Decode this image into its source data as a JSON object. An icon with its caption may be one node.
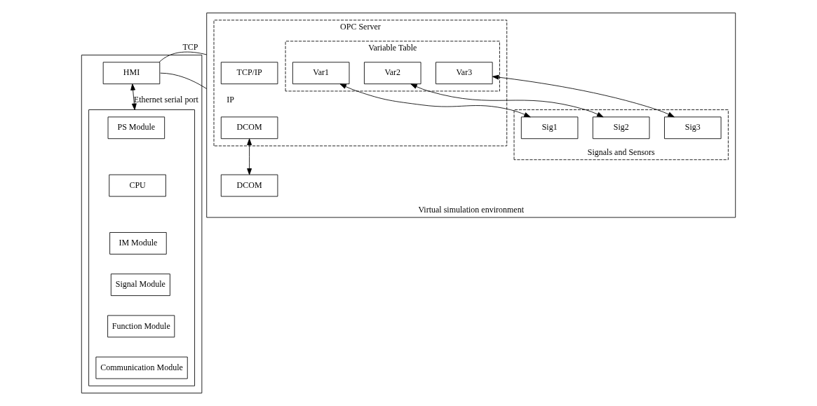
{
  "diagram": {
    "nodes": [
      {
        "text": [],
        "shape": "box"
      },
      {
        "text": [
          "HMI"
        ],
        "in": 0
      },
      {
        "text": [],
        "shape": "box",
        "in": 0
      },
      {
        "text": [
          "PS Module"
        ],
        "in": 2
      },
      {
        "text": [
          "CPU"
        ],
        "in": 2
      },
      {
        "text": [
          "IM Module"
        ],
        "in": 2
      },
      {
        "text": [
          "Signal Module"
        ],
        "in": 2
      },
      {
        "text": [
          "Function Module"
        ],
        "in": 2
      },
      {
        "text": [
          "Communication Module"
        ],
        "in": 2
      },
      {
        "text": [
          "Virtual simulation environment"
        ]
      },
      {
        "text": [
          "OPC Server"
        ],
        "in": 9
      },
      {
        "text": [
          "TCP/IP"
        ],
        "in": 10
      },
      {
        "text": [
          "DCOM"
        ],
        "in": 10
      },
      {
        "text": [
          "Variable Table"
        ],
        "in": 10
      },
      {
        "text": [
          "Var1"
        ],
        "in": 13
      },
      {
        "text": [
          "Var2"
        ],
        "in": 13
      },
      {
        "text": [
          "Var3"
        ],
        "in": 13
      },
      {
        "text": [
          "Signals and Sensors"
        ],
        "in": 9
      },
      {
        "text": [
          "Sig1"
        ],
        "in": 17
      },
      {
        "text": [
          "Sig2"
        ],
        "in": 17
      },
      {
        "text": [
          "Sig3"
        ],
        "in": 17
      },
      {
        "text": [
          "DCOM"
        ],
        "in": 9
      }
    ],
    "edges": [
      {
        "from": 1,
        "to": 9,
        "arrow": "none",
        "label": "TCP"
      },
      {
        "from": 1,
        "to": 9,
        "arrow": "none",
        "label": "IP"
      },
      {
        "from": 1,
        "to": 2,
        "arrow": "both",
        "label": "Ethernet serial port"
      },
      {
        "from": 12,
        "to": 21,
        "arrow": "both"
      },
      {
        "from": 14,
        "to": 18,
        "arrow": "both"
      },
      {
        "from": 15,
        "to": 19,
        "arrow": "both"
      },
      {
        "from": 16,
        "to": 20,
        "arrow": "both"
      }
    ]
  }
}
